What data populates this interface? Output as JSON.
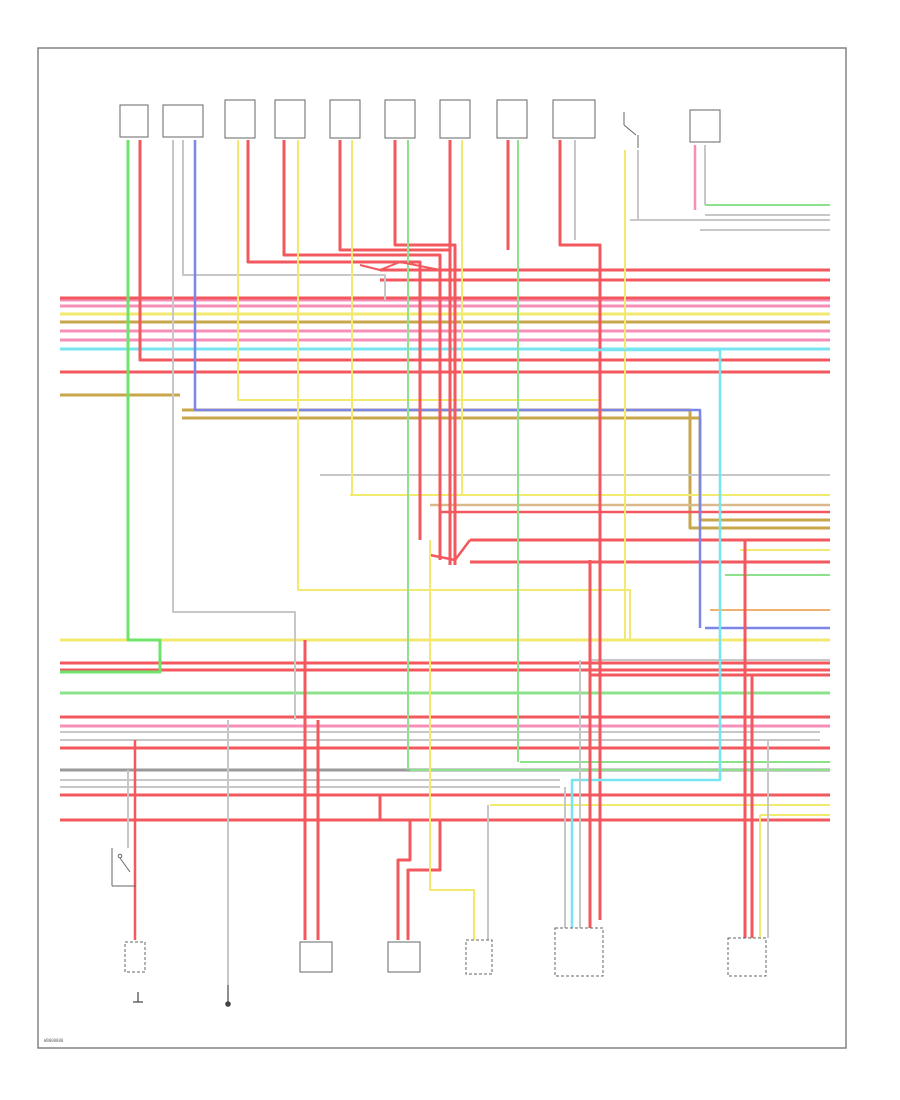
{
  "footer": {
    "code": "W0000000"
  },
  "colors": {
    "red": "#f2585e",
    "pink": "#f58fb8",
    "yellow": "#f2ea6e",
    "olive": "#c8a64a",
    "green": "#6ee36a",
    "light_green": "#8be28a",
    "cyan": "#77e5f0",
    "blue": "#7b86e8",
    "gray": "#9a9a9a",
    "light_gray": "#c7c7c7",
    "tan": "#d9b98a",
    "orange": "#f0b070",
    "frame": "#7a7a7a"
  },
  "components": {
    "top": [
      {
        "id": "knock-sensor-1"
      },
      {
        "id": "cam-sensor"
      },
      {
        "id": "injector-1"
      },
      {
        "id": "injector-2"
      },
      {
        "id": "injector-3"
      },
      {
        "id": "injector-4"
      },
      {
        "id": "injector-5"
      },
      {
        "id": "injector-6"
      },
      {
        "id": "map-sensor"
      },
      {
        "id": "switch-top"
      },
      {
        "id": "valve-top"
      }
    ],
    "bottom": [
      {
        "id": "inertia-switch"
      },
      {
        "id": "ground-left"
      },
      {
        "id": "pcm-relay"
      },
      {
        "id": "main-relay"
      },
      {
        "id": "idle-valve"
      },
      {
        "id": "throttle-sensor"
      },
      {
        "id": "fuel-sensor"
      }
    ]
  }
}
